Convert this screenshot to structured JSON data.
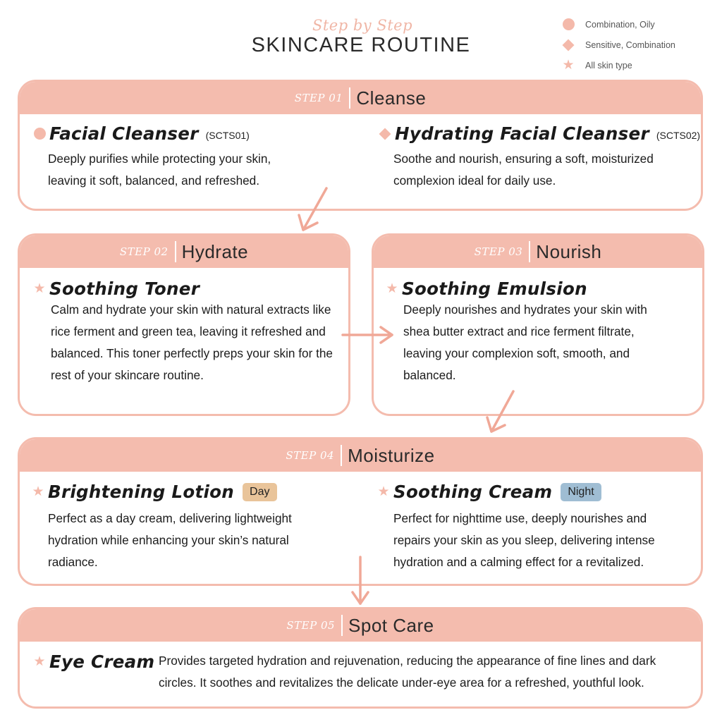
{
  "header": {
    "script_title": "Step by Step",
    "main_title": "SKINCARE ROUTINE"
  },
  "legend": [
    {
      "symbol": "circle",
      "label": "Combination, Oily"
    },
    {
      "symbol": "diamond",
      "label": "Sensitive, Combination"
    },
    {
      "symbol": "star",
      "label": "All skin type"
    }
  ],
  "steps": [
    {
      "label": "STEP 01",
      "title": "Cleanse",
      "products": [
        {
          "symbol": "circle",
          "name": "Facial Cleanser",
          "code": "(SCTS01)",
          "desc": "Deeply purifies while protecting your skin, leaving it soft, balanced, and refreshed."
        },
        {
          "symbol": "diamond",
          "name": "Hydrating Facial Cleanser",
          "code": "(SCTS02)",
          "desc": "Soothe and nourish, ensuring a soft, moisturized complexion ideal for daily use."
        }
      ]
    },
    {
      "label": "STEP 02",
      "title": "Hydrate",
      "products": [
        {
          "symbol": "star",
          "name": "Soothing Toner",
          "desc": "Calm and hydrate your skin with natural extracts like rice ferment and green tea, leaving it refreshed and balanced. This toner perfectly preps your skin for the rest of your skincare routine."
        }
      ]
    },
    {
      "label": "STEP 03",
      "title": "Nourish",
      "products": [
        {
          "symbol": "star",
          "name": "Soothing Emulsion",
          "desc": "Deeply nourishes and hydrates your skin with shea butter extract and rice ferment filtrate, leaving your complexion soft, smooth, and balanced."
        }
      ]
    },
    {
      "label": "STEP 04",
      "title": "Moisturize",
      "products": [
        {
          "symbol": "star",
          "name": "Brightening Lotion",
          "badge": "Day",
          "desc": "Perfect as a day cream, delivering lightweight hydration while enhancing your skin’s natural radiance."
        },
        {
          "symbol": "star",
          "name": "Soothing Cream",
          "badge": "Night",
          "desc": "Perfect for nighttime use, deeply nourishes and repairs your skin as you sleep, delivering intense hydration and a calming effect for a revitalized."
        }
      ]
    },
    {
      "label": "STEP 05",
      "title": "Spot Care",
      "products": [
        {
          "symbol": "star",
          "name": "Eye Cream",
          "desc": "Provides targeted hydration and rejuvenation, reducing the appearance of fine lines and dark circles. It soothes and revitalizes the delicate under-eye area for a refreshed, youthful look."
        }
      ]
    }
  ],
  "colors": {
    "accent": "#f4bcae",
    "day_badge": "#e9c49a",
    "night_badge": "#9fbdd3"
  }
}
